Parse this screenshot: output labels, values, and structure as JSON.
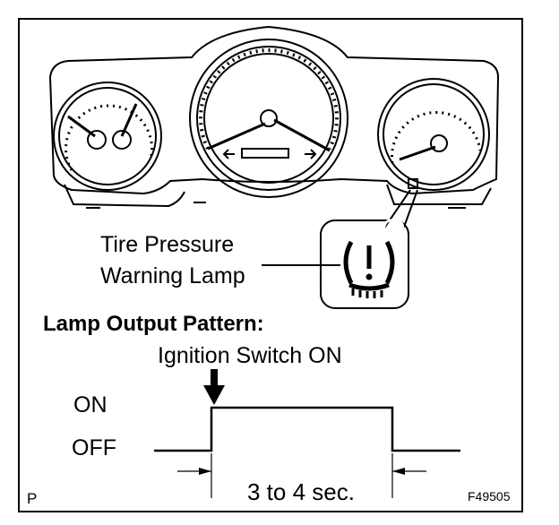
{
  "labels": {
    "tire_line1": "Tire Pressure",
    "tire_line2": "Warning Lamp",
    "pattern_title": "Lamp Output Pattern:",
    "ignition": "Ignition Switch ON",
    "on_label": "ON",
    "off_label": "OFF",
    "duration": "3 to 4 sec.",
    "corner_p": "P",
    "figure_code": "F49505"
  },
  "icons": [
    "tire-pressure-warning-icon",
    "down-arrow-icon",
    "left-arrow-icon",
    "right-arrow-icon"
  ],
  "colors": {
    "ink": "#000000",
    "paper": "#ffffff"
  }
}
